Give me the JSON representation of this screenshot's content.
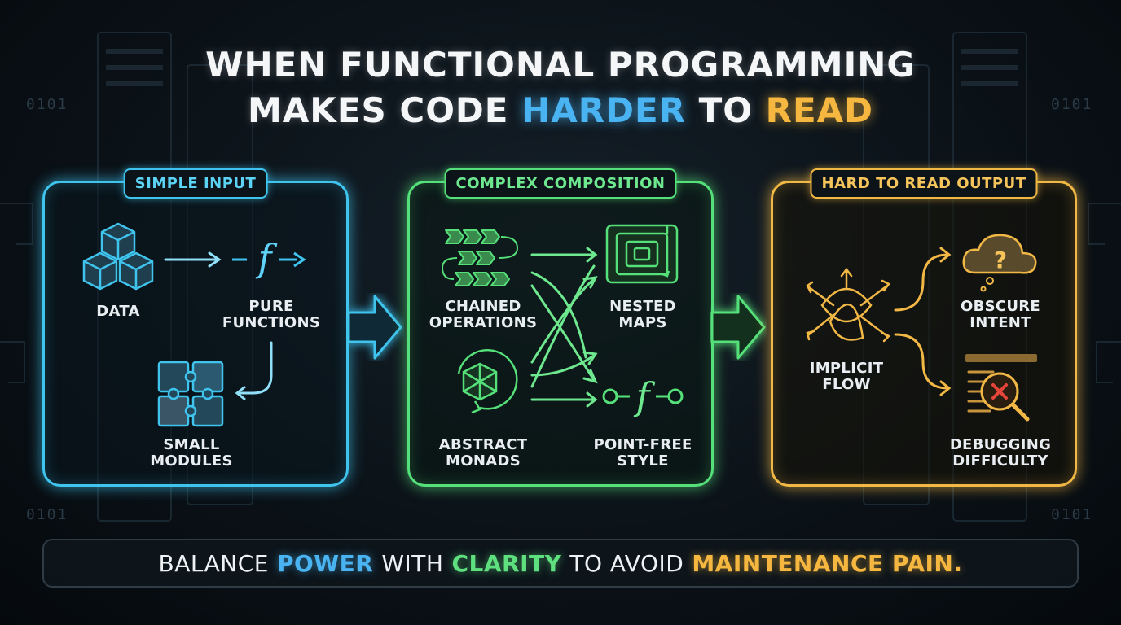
{
  "title": {
    "line1": "WHEN FUNCTIONAL PROGRAMMING",
    "line2_part1": "MAKES CODE",
    "line2_highlight1": "HARDER",
    "line2_part2": "TO",
    "line2_highlight2": "READ"
  },
  "panels": {
    "input": {
      "label": "SIMPLE INPUT",
      "items": [
        {
          "caption": "DATA",
          "icon": "cubes-icon"
        },
        {
          "caption_line1": "PURE",
          "caption_line2": "FUNCTIONS",
          "icon": "function-icon"
        },
        {
          "caption_line1": "SMALL",
          "caption_line2": "MODULES",
          "icon": "puzzle-icon"
        }
      ]
    },
    "composition": {
      "label": "COMPLEX COMPOSITION",
      "items": [
        {
          "caption_line1": "CHAINED",
          "caption_line2": "OPERATIONS",
          "icon": "chain-arrows-icon"
        },
        {
          "caption_line1": "NESTED",
          "caption_line2": "MAPS",
          "icon": "nested-squares-icon"
        },
        {
          "caption_line1": "ABSTRACT",
          "caption_line2": "MONADS",
          "icon": "monad-icon"
        },
        {
          "caption_line1": "POINT-FREE",
          "caption_line2": "STYLE",
          "icon": "function-node-icon"
        }
      ]
    },
    "output": {
      "label": "HARD TO READ OUTPUT",
      "items": [
        {
          "caption_line1": "IMPLICIT",
          "caption_line2": "FLOW",
          "icon": "tangle-icon"
        },
        {
          "caption_line1": "OBSCURE",
          "caption_line2": "INTENT",
          "icon": "question-cloud-icon"
        },
        {
          "caption_line1": "DEBUGGING",
          "caption_line2": "DIFFICULTY",
          "icon": "magnifier-error-icon"
        }
      ]
    }
  },
  "footer": {
    "w1": "BALANCE",
    "w2": "POWER",
    "w3": "WITH",
    "w4": "CLARITY",
    "w5": "TO AVOID",
    "w6": "MAINTENANCE PAIN."
  },
  "decor": {
    "binary_text": "0101"
  },
  "colors": {
    "blue": "#3fc4ee",
    "green": "#55e07a",
    "gold": "#f2b845",
    "background": "#0b1218"
  }
}
